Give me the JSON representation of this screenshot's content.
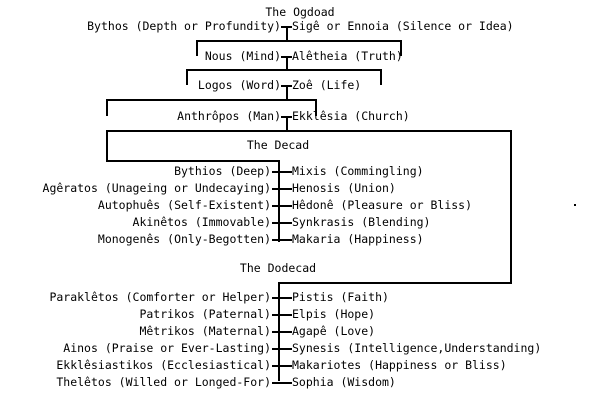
{
  "diagram": {
    "type": "genealogy-tree",
    "background_color": "#ffffff",
    "line_color": "#000000",
    "text_color": "#000000",
    "sections": [
      {
        "id": "ogdoad",
        "title": "The Ogdoad",
        "pairs": [
          {
            "left": "Bythos (Depth or Profundity)",
            "right": "Sigê or Ennoia (Silence or Idea)"
          },
          {
            "left": "Nous (Mind)",
            "right": "Alêtheia (Truth)"
          },
          {
            "left": "Logos (Word)",
            "right": "Zoê (Life)"
          },
          {
            "left": "Anthrôpos (Man)",
            "right": "Ekklêsia (Church)"
          }
        ]
      },
      {
        "id": "decad",
        "title": "The Decad",
        "pairs": [
          {
            "left": "Bythios (Deep)",
            "right": "Mixis (Commingling)"
          },
          {
            "left": "Agêratos (Unageing or Undecaying)",
            "right": "Henosis (Union)"
          },
          {
            "left": "Autophuês (Self-Existent)",
            "right": "Hêdonê (Pleasure or Bliss)"
          },
          {
            "left": "Akinêtos (Immovable)",
            "right": "Synkrasis (Blending)"
          },
          {
            "left": "Monogenês (Only-Begotten)",
            "right": "Makaria (Happiness)"
          }
        ]
      },
      {
        "id": "dodecad",
        "title": "The Dodecad",
        "pairs": [
          {
            "left": "Paraklêtos (Comforter or Helper)",
            "right": "Pistis (Faith)"
          },
          {
            "left": "Patrikos (Paternal)",
            "right": "Elpis (Hope)"
          },
          {
            "left": "Mêtrikos (Maternal)",
            "right": "Agapê (Love)"
          },
          {
            "left": "Ainos (Praise or Ever-Lasting)",
            "right": "Synesis (Intelligence,Understanding)"
          },
          {
            "left": "Ekklêsiastikos (Ecclesiastical)",
            "right": "Makariotes (Happiness or Bliss)"
          },
          {
            "left": "Thelêtos (Willed or Longed-For)",
            "right": "Sophia (Wisdom)"
          }
        ]
      }
    ]
  }
}
